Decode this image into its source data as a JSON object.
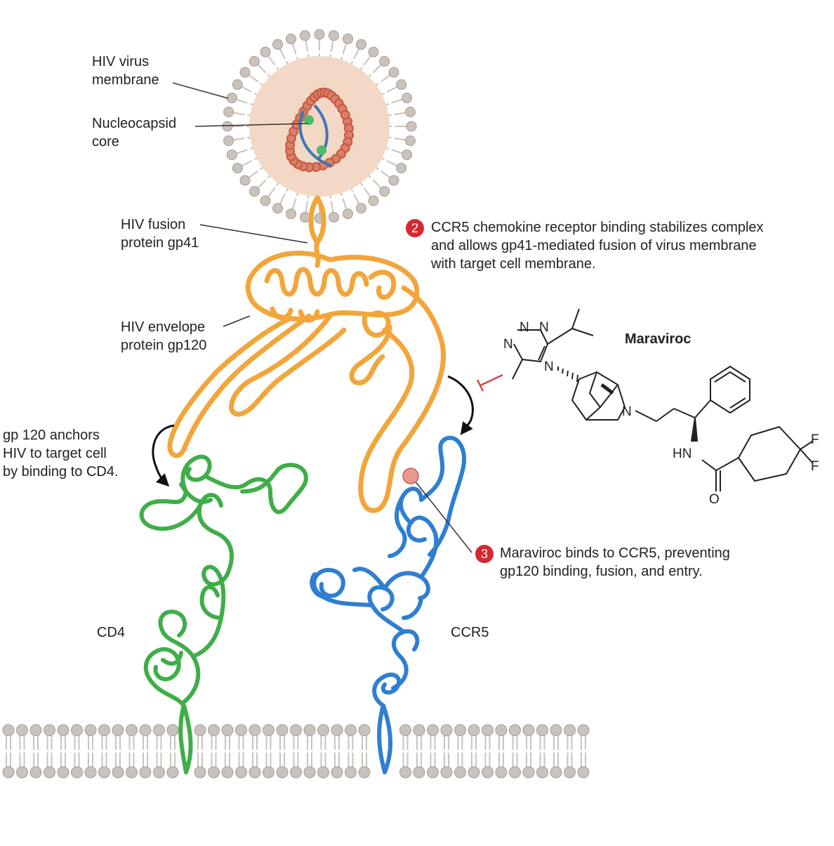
{
  "labels": {
    "virus_membrane": [
      "HIV virus",
      "membrane"
    ],
    "nucleocapsid": [
      "Nucleocapsid",
      "core"
    ],
    "gp41": [
      "HIV fusion",
      "protein gp41"
    ],
    "gp120": [
      "HIV envelope",
      "protein gp120"
    ],
    "anchors": [
      "gp 120 anchors",
      "HIV to target cell",
      "by binding to CD4."
    ],
    "cd4": "CD4",
    "ccr5": "CCR5",
    "drug_name": "Maraviroc"
  },
  "steps": [
    {
      "number": "2",
      "lines": [
        "CCR5 chemokine receptor binding stabilizes complex",
        "and allows gp41-mediated fusion of virus membrane",
        "with target cell membrane."
      ]
    },
    {
      "number": "3",
      "lines": [
        "Maraviroc binds to CCR5, preventing",
        "gp120 binding, fusion, and entry."
      ]
    }
  ],
  "molecule_atoms": {
    "n1": "N",
    "n2": "N",
    "n3": "N",
    "n4": "N",
    "nh": "HN",
    "o": "O",
    "f1": "F",
    "f2": "F"
  },
  "colors": {
    "gp120_orange": "#f2a53a",
    "cd4_green": "#3fae49",
    "ccr5_blue": "#2f7fd0",
    "capsid_red": "#c8563e",
    "lipid_gray": "#c9c3bb",
    "badge_red": "#d7282f",
    "inhibit_red": "#e0443c"
  }
}
